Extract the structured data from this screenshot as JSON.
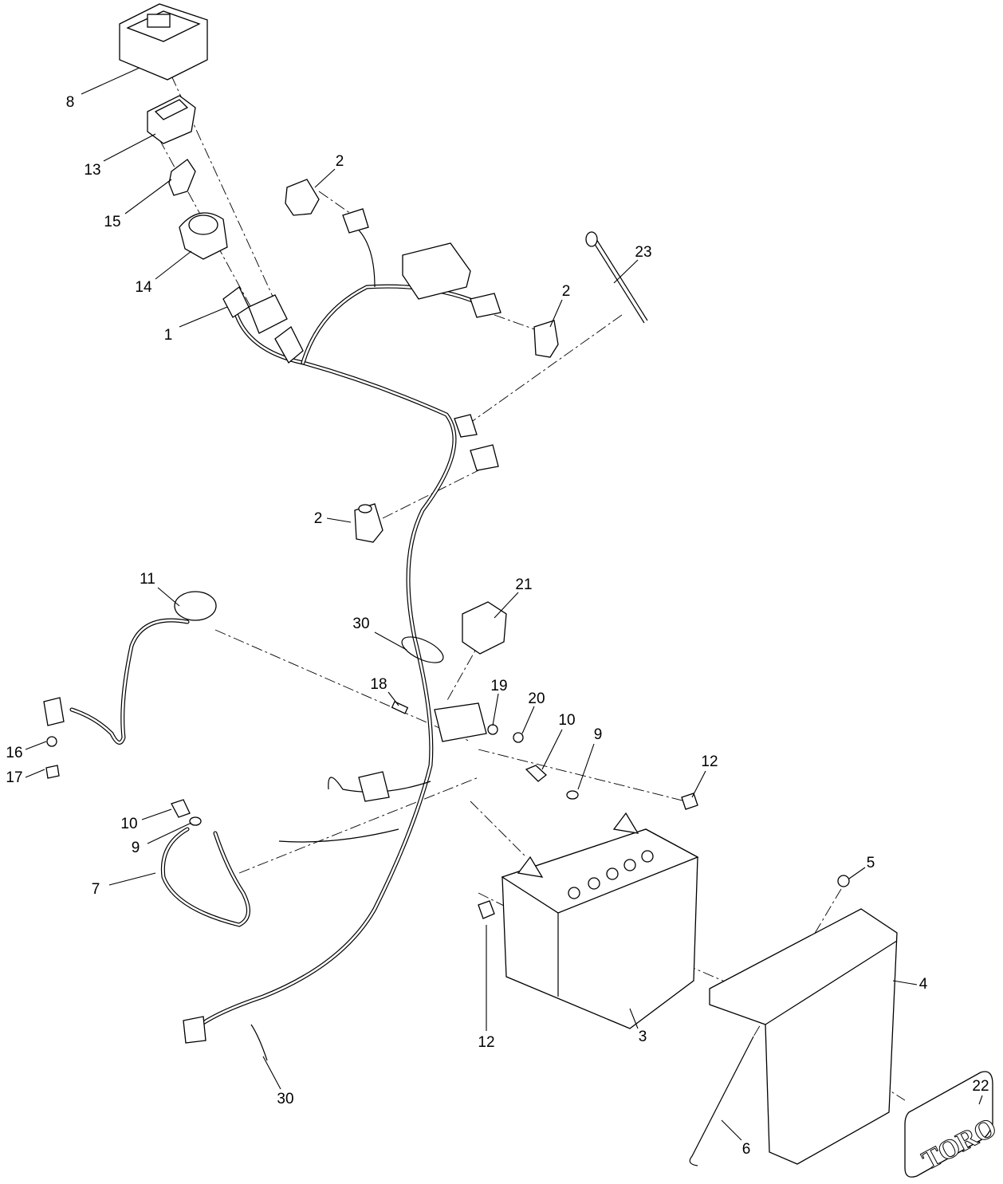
{
  "diagram": {
    "type": "exploded parts view",
    "callouts": [
      "8",
      "13",
      "15",
      "14",
      "1",
      "2",
      "23",
      "2",
      "2",
      "11",
      "21",
      "30",
      "18",
      "19",
      "20",
      "10",
      "9",
      "12",
      "16",
      "17",
      "10",
      "9",
      "7",
      "5",
      "4",
      "12",
      "3",
      "22",
      "30",
      "6"
    ],
    "logo_text": "TORO"
  }
}
